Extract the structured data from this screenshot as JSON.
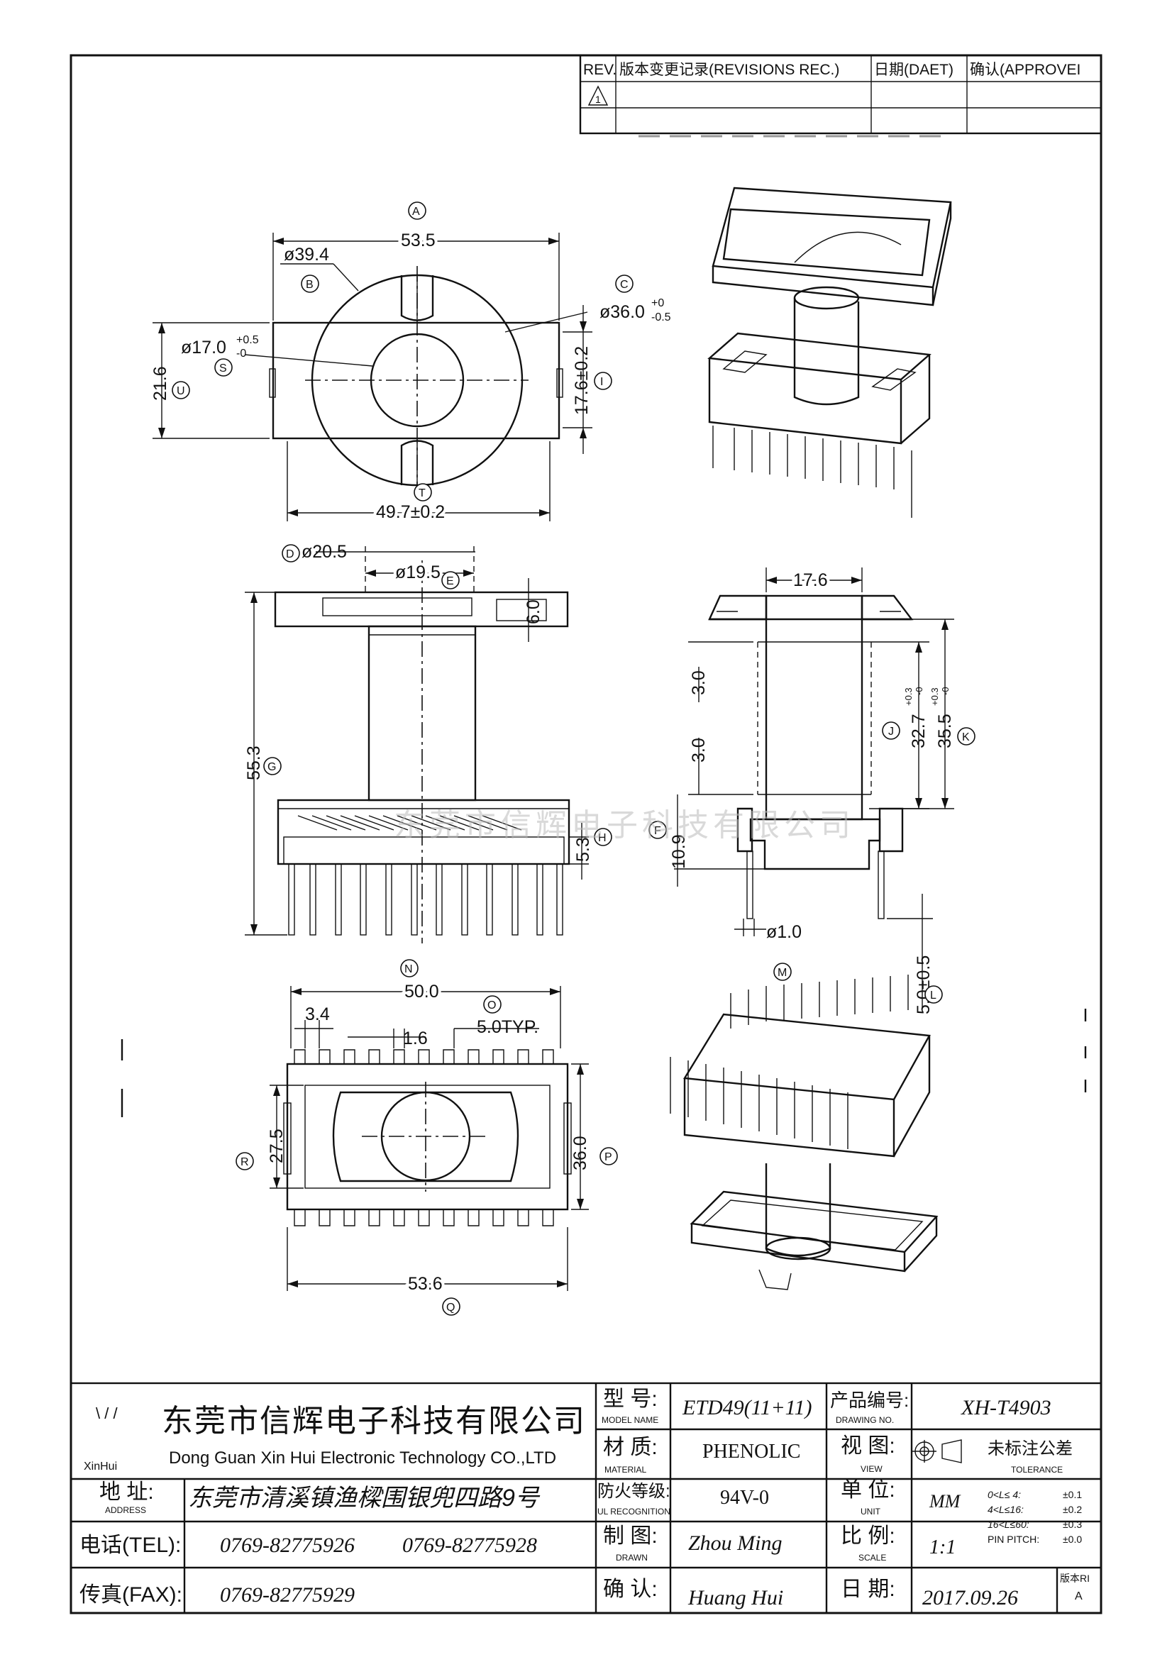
{
  "revisions": {
    "headers": [
      "REV.",
      "版本变更记录(REVISIONS REC.)",
      "日期(DAET)",
      "确认(APPROVEI"
    ],
    "rev_symbol": "1"
  },
  "dimensions": {
    "top": {
      "width_total": "53.5",
      "flange_dia": "ø39.4",
      "center_dia": "ø17.0",
      "center_tol_plus": "+0.5",
      "center_tol_minus": "-0",
      "outer_dia": "ø36.0",
      "outer_tol_plus": "+0",
      "outer_tol_minus": "-0.5",
      "height_left": "21.6",
      "height_right": "17.6±0.2",
      "width_bottom": "49.7±0.2"
    },
    "front": {
      "flange_dia": "ø20.5",
      "core_dia": "ø19.5",
      "flange_thk": "6.0",
      "total_height": "55.3",
      "base_height": "5.3"
    },
    "side": {
      "top_width": "17.6",
      "gap_upper": "3.0",
      "gap_lower": "3.0",
      "height_mid": "32.7",
      "height_mid_tol_plus": "+0.3",
      "height_mid_tol_minus": "-0",
      "height_outer": "35.5",
      "height_outer_tol_plus": "+0.3",
      "height_outer_tol_minus": "-0",
      "base_height": "10.9",
      "pin_dia": "ø1.0",
      "pin_length": "5.0±0.5"
    },
    "bottom": {
      "total_width": "50.0",
      "pitch_a": "3.4",
      "pitch_b": "1.6",
      "pitch_typ": "5.0TYP.",
      "height_left": "27.5",
      "height_right": "36.0",
      "width_bottom": "53.6"
    }
  },
  "markers": [
    "A",
    "B",
    "C",
    "S",
    "U",
    "I",
    "T",
    "D",
    "E",
    "G",
    "H",
    "F",
    "J",
    "K",
    "M",
    "L",
    "N",
    "O",
    "R",
    "P",
    "Q"
  ],
  "watermark": "东莞市信辉电子科技有限公司",
  "title_block": {
    "logo_top": "\\ / /",
    "logo_text": "XinHui",
    "company_cn": "东莞市信辉电子科技有限公司",
    "company_en": "Dong Guan Xin Hui Electronic Technology CO.,LTD",
    "address_label_cn": "地  址:",
    "address_label_en": "ADDRESS",
    "address": "东莞市清溪镇渔樑围银兜四路9号",
    "tel_label": "电话(TEL):",
    "tel1": "0769-82775926",
    "tel2": "0769-82775928",
    "fax_label": "传真(FAX):",
    "fax": "0769-82775929",
    "model_label_cn": "型  号:",
    "model_label_en": "MODEL NAME",
    "model": "ETD49(11+11)",
    "material_label_cn": "材  质:",
    "material_label_en": "MATERIAL",
    "material": "PHENOLIC",
    "ul_label_cn": "防火等级:",
    "ul_label_en": "UL RECOGNITION",
    "ul": "94V-0",
    "drawn_label_cn": "制  图:",
    "drawn_label_en": "DRAWN",
    "drawn": "Zhou Ming",
    "check_label_cn": "确  认:",
    "check": "Huang Hui",
    "drawing_no_label_cn": "产品编号:",
    "drawing_no_label_en": "DRAWING NO.",
    "drawing_no": "XH-T4903",
    "view_label_cn": "视  图:",
    "view_label_en": "VIEW",
    "unit_label_cn": "单  位:",
    "unit_label_en": "UNIT",
    "unit": "MM",
    "scale_label_cn": "比  例:",
    "scale_label_en": "SCALE",
    "scale": "1:1",
    "date_label_cn": "日  期:",
    "date": "2017.09.26",
    "tolerance_cn": "未标注公差",
    "tolerance_en": "TOLERANCE",
    "tolerances": [
      {
        "range": "0<L≤ 4:",
        "value": "±0.1"
      },
      {
        "range": "4<L≤16:",
        "value": "±0.2"
      },
      {
        "range": "16<L≤60:",
        "value": "±0.3"
      },
      {
        "range": "PIN PITCH:",
        "value": "±0.0"
      }
    ],
    "version_label": "版本RI",
    "version": "A"
  }
}
